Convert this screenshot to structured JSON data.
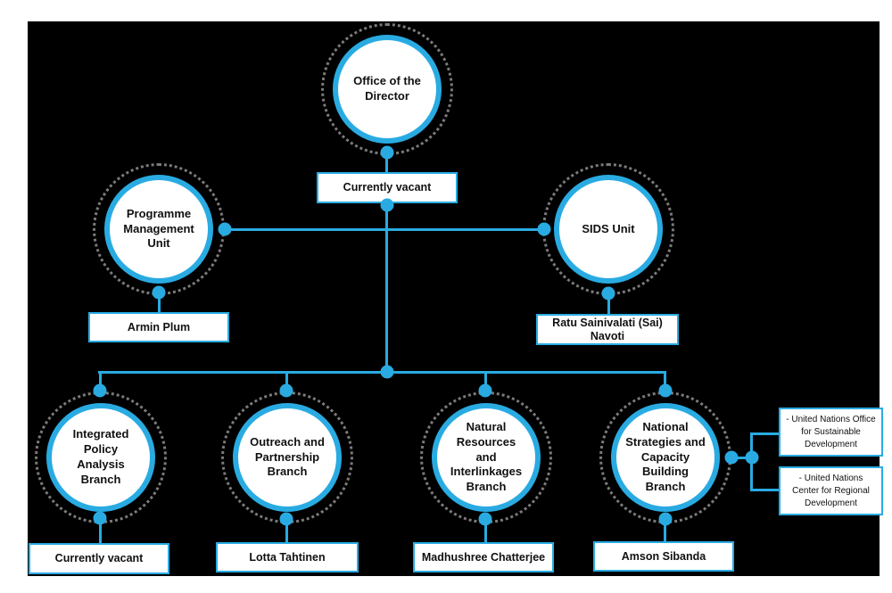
{
  "colors": {
    "accent": "#29abe2",
    "background": "#000000",
    "node_fill": "#ffffff",
    "ring_dot": "#7b7b7b",
    "text": "#111111"
  },
  "org_chart": {
    "root": {
      "unit": "Office of the Director",
      "person": "Currently vacant"
    },
    "units": [
      {
        "unit": "Programme Management Unit",
        "person": "Armin Plum"
      },
      {
        "unit": "SIDS Unit",
        "person": "Ratu Sainivalati (Sai) Navoti"
      }
    ],
    "branches": [
      {
        "unit": "Integrated Policy Analysis Branch",
        "person": "Currently vacant"
      },
      {
        "unit": "Outreach and Partnership Branch",
        "person": "Lotta Tahtinen"
      },
      {
        "unit": "Natural Resources and Interlinkages Branch",
        "person": "Madhushree Chatterjee"
      },
      {
        "unit": "National Strategies and Capacity Building Branch",
        "person": "Amson Sibanda"
      }
    ],
    "affiliated": [
      "- United Nations Office for Sustainable Development",
      "- United Nations Center for Regional Development"
    ]
  }
}
